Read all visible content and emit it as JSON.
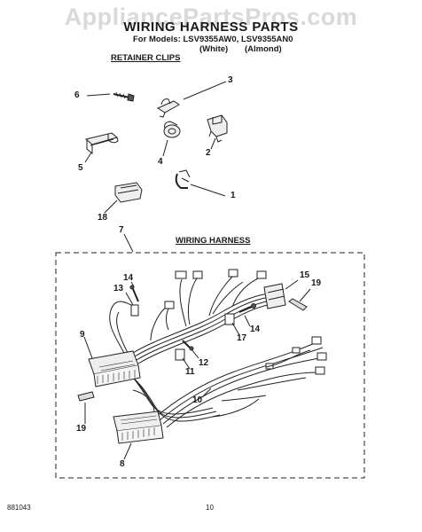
{
  "watermark": "AppliancePartsPros.com",
  "title": "WIRING HARNESS PARTS",
  "models": "For Models: LSV9355AW0, LSV9355AN0",
  "variants": [
    "(White)",
    "(Almond)"
  ],
  "sections": {
    "retainer_clips": "RETAINER CLIPS",
    "wiring_harness": "WIRING HARNESS"
  },
  "callouts": {
    "c6": "6",
    "c3": "3",
    "c5": "5",
    "c4": "4",
    "c2": "2",
    "c1": "1",
    "c18": "18",
    "c7": "7",
    "c14a": "14",
    "c13": "13",
    "c15": "15",
    "c19a": "19",
    "c17": "17",
    "c14b": "14",
    "c9": "9",
    "c12": "12",
    "c11": "11",
    "c10": "10",
    "c19b": "19",
    "c8": "8"
  },
  "footer": {
    "doc_number": "881043",
    "page_number": "10"
  }
}
